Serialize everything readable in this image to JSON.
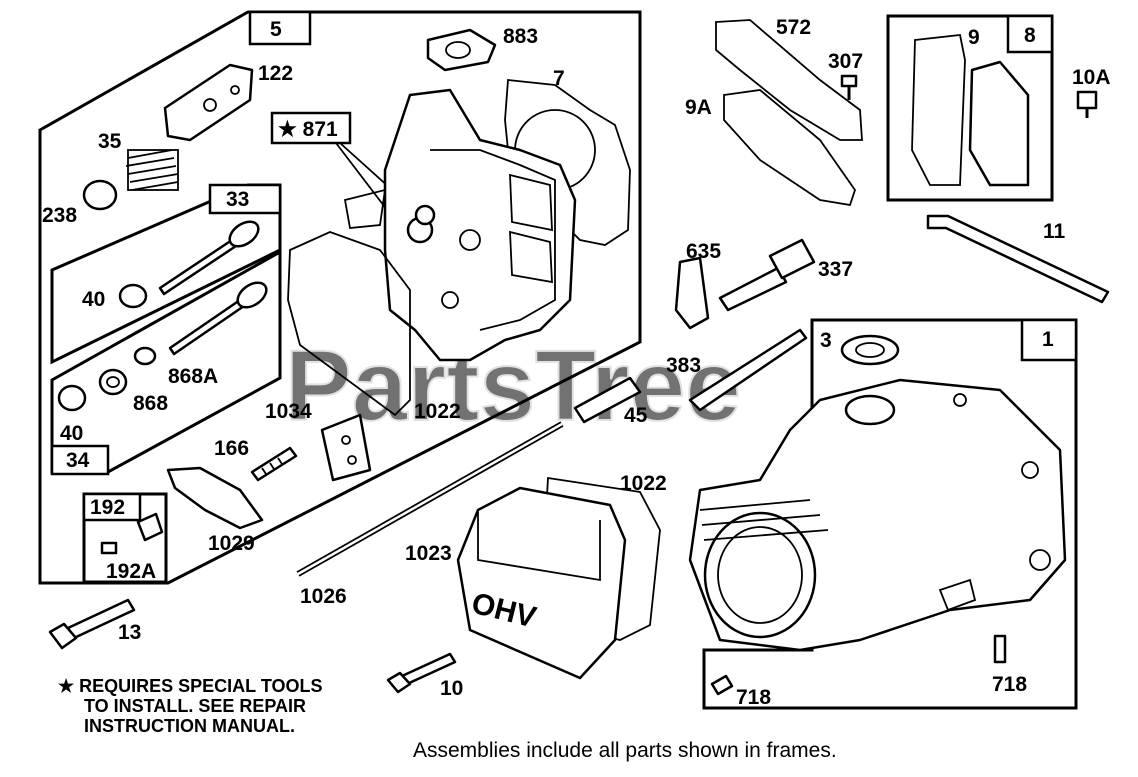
{
  "frames": {
    "head_assembly": "5",
    "valve_kit": "33",
    "valve_seal_kit": "34",
    "breather_kit": "192",
    "gasket_kit": "8",
    "engine_block": "1"
  },
  "special_tool_part": "★ 871",
  "parts": {
    "p883": "883",
    "p7": "7",
    "p122": "122",
    "p35": "35",
    "p238": "238",
    "p40a": "40",
    "p40b": "40",
    "p868a": "868A",
    "p868": "868",
    "p1034": "1034",
    "p1022a": "1022",
    "p166": "166",
    "p1029": "1029",
    "p192a": "192A",
    "p13": "13",
    "p572": "572",
    "p307": "307",
    "p9a": "9A",
    "p9": "9",
    "p10a": "10A",
    "p11": "11",
    "p635": "635",
    "p337": "337",
    "p383": "383",
    "p45": "45",
    "p3": "3",
    "p1022b": "1022",
    "p1023": "1023",
    "p1026": "1026",
    "p10": "10",
    "p718a": "718",
    "p718b": "718"
  },
  "cover_lettering": "OHV",
  "footnote": [
    "★ REQUIRES SPECIAL TOOLS",
    "TO INSTALL.  SEE REPAIR",
    "INSTRUCTION MANUAL."
  ],
  "caption": "Assemblies include all parts shown in frames.",
  "watermark": "PartsTree"
}
